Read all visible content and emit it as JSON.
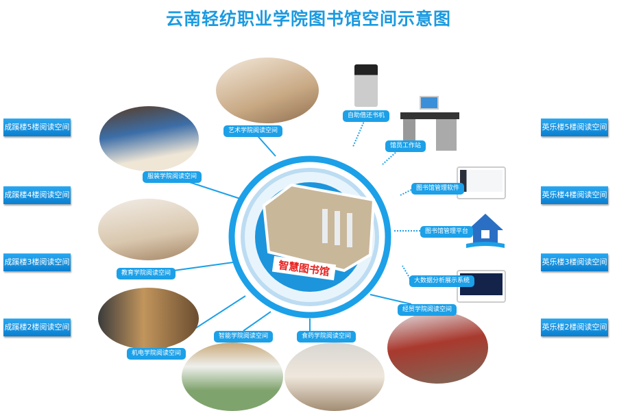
{
  "title": "云南轻纺职业学院图书馆空间示意图",
  "center": {
    "label": "智慧图书馆"
  },
  "left_buildings": [
    "成蹊楼5楼阅读空间",
    "成蹊楼4楼阅读空间",
    "成蹊楼3楼阅读空间",
    "成蹊楼2楼阅读空间"
  ],
  "right_buildings": [
    "英乐楼5楼阅读空间",
    "英乐楼4楼阅读空间",
    "英乐楼3楼阅读空间",
    "英乐楼2楼阅读空间"
  ],
  "colleges": {
    "art": "艺术学院阅读空间",
    "fashion": "服装学院阅读空间",
    "education": "教育学院阅读空间",
    "mechatronics": "机电学院阅读空间",
    "intelligence": "智能学院阅读空间",
    "food_drug": "食药学院阅读空间",
    "trade": "经贸学院阅读空间"
  },
  "systems": {
    "kiosk": "自助借还书机",
    "workstation": "馆员工作站",
    "software": "图书馆管理软件",
    "platform": "图书馆管理平台",
    "bigdata": "大数据分析展示系统"
  },
  "colors": {
    "accent": "#1ca0e8",
    "title": "#1b9ae0",
    "center_text": "#e8211e"
  }
}
